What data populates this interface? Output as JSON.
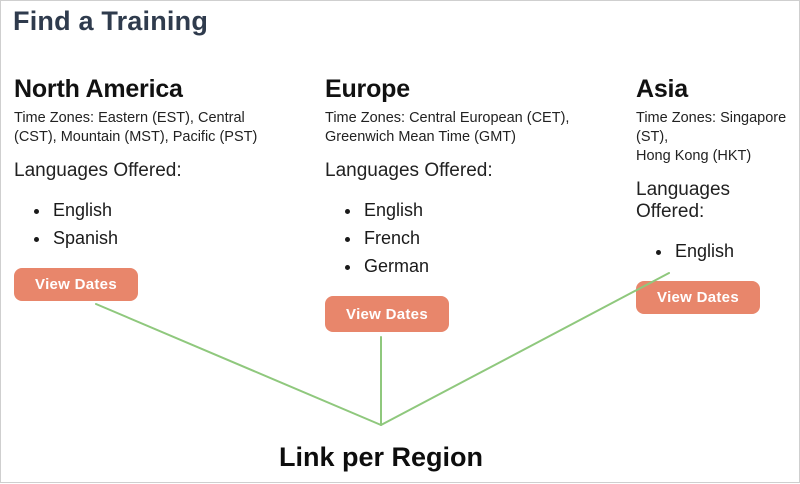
{
  "page": {
    "title": "Find a Training"
  },
  "colors": {
    "accent_button": "#e8866b",
    "connector_line": "#8fc87d",
    "title_text": "#2f3b4d"
  },
  "regions": [
    {
      "name": "North America",
      "tz_lines": [
        "Time Zones: Eastern (EST), Central",
        "(CST), Mountain (MST), Pacific (PST)"
      ],
      "languages_label": "Languages Offered:",
      "languages": [
        "English",
        "Spanish"
      ],
      "button_label": "View Dates"
    },
    {
      "name": "Europe",
      "tz_lines": [
        "Time Zones: Central European (CET),",
        "Greenwich Mean Time (GMT)"
      ],
      "languages_label": "Languages Offered:",
      "languages": [
        "English",
        "French",
        "German"
      ],
      "button_label": "View Dates"
    },
    {
      "name": "Asia",
      "tz_lines": [
        "Time Zones: Singapore (ST),",
        "Hong Kong (HKT)"
      ],
      "languages_label": "Languages Offered:",
      "languages": [
        "English"
      ],
      "button_label": "View Dates"
    }
  ],
  "footer": {
    "label": "Link per Region"
  }
}
